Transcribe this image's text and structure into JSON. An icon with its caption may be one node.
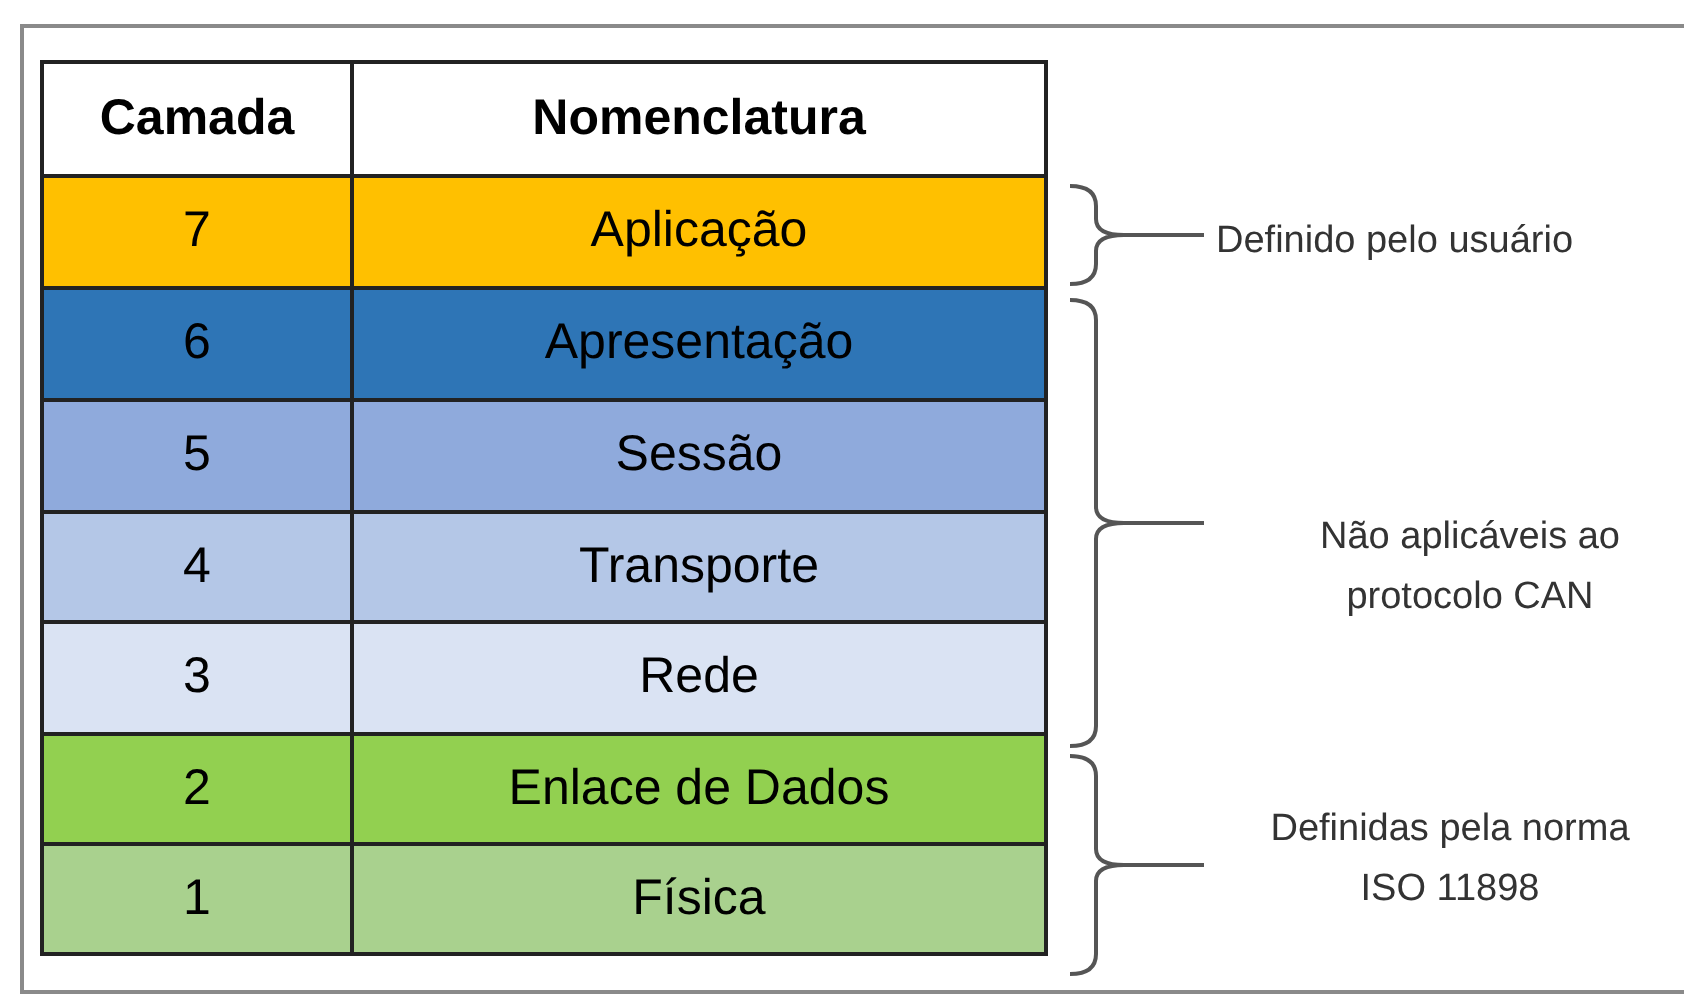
{
  "diagram": {
    "labels": [
      "Camada",
      "Nomenclatura",
      "7",
      "Aplicação",
      "6",
      "Apresentação",
      "5",
      "Sessão",
      "4",
      "Transporte",
      "3",
      "Rede",
      "2",
      "Enlace de Dados",
      "1",
      "Física",
      "Definido pelo usuário",
      "Não aplicáveis ao protocolo CAN",
      "Definidas pela norma ISO 11898"
    ]
  }
}
